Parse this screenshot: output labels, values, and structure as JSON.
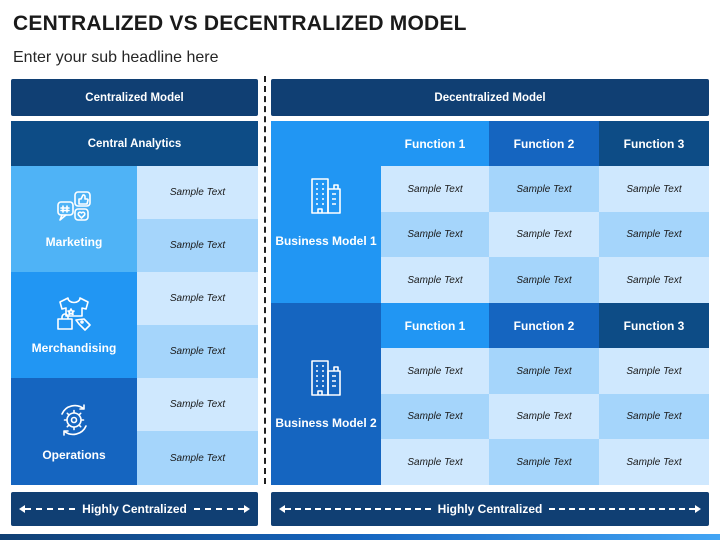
{
  "title": "CENTRALIZED VS DECENTRALIZED MODEL",
  "subtitle": "Enter your sub headline here",
  "left": {
    "header": "Centralized Model",
    "analytics_header": "Central Analytics",
    "categories": [
      {
        "label": "Marketing",
        "icon": "marketing-icon"
      },
      {
        "label": "Merchandising",
        "icon": "merchandising-icon"
      },
      {
        "label": "Operations",
        "icon": "operations-icon"
      }
    ],
    "cells": [
      "Sample Text",
      "Sample Text",
      "Sample Text",
      "Sample Text",
      "Sample Text",
      "Sample Text"
    ],
    "footer": "Highly Centralized"
  },
  "right": {
    "header": "Decentralized Model",
    "models": [
      {
        "label": "Business Model 1",
        "icon": "building-icon",
        "functions": [
          "Function 1",
          "Function 2",
          "Function 3"
        ],
        "rows": [
          [
            "Sample Text",
            "Sample Text",
            "Sample Text"
          ],
          [
            "Sample Text",
            "Sample Text",
            "Sample Text"
          ],
          [
            "Sample Text",
            "Sample Text",
            "Sample Text"
          ]
        ]
      },
      {
        "label": "Business Model 2",
        "icon": "building-icon",
        "functions": [
          "Function 1",
          "Function 2",
          "Function 3"
        ],
        "rows": [
          [
            "Sample Text",
            "Sample Text",
            "Sample Text"
          ],
          [
            "Sample Text",
            "Sample Text",
            "Sample Text"
          ],
          [
            "Sample Text",
            "Sample Text",
            "Sample Text"
          ]
        ]
      }
    ],
    "footer": "Highly Centralized"
  },
  "colors": {
    "navy": "#103f73",
    "dark_blue": "#0d4c86",
    "blue": "#1565c0",
    "bright_blue": "#2196f3",
    "light_blue": "#4fb3f6",
    "pale_blue": "#b3dcfd"
  }
}
